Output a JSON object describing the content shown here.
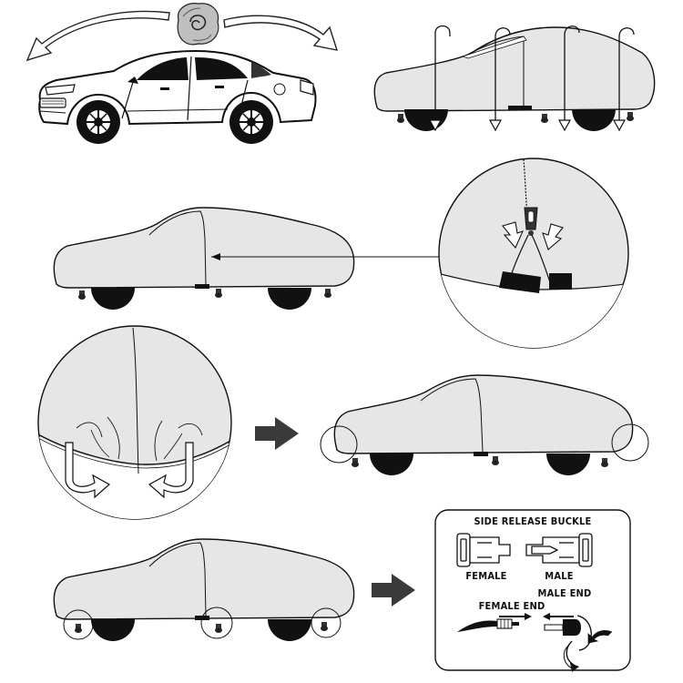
{
  "buckle_panel": {
    "title": "SIDE RELEASE BUCKLE",
    "female_label": "FEMALE",
    "male_label": "MALE",
    "female_end_label": "FEMALE END",
    "male_end_label": "MALE END"
  },
  "colors": {
    "cover_fill": "#e6e6e6",
    "outline": "#1a1a1a",
    "arrow_fill": "#3a3a3a",
    "background": "#ffffff"
  },
  "steps": [
    {
      "name": "unfold-cover-on-roof"
    },
    {
      "name": "pull-cover-down-over-car"
    },
    {
      "name": "align-zipper-with-driver-door"
    },
    {
      "name": "hem-under-bumpers"
    },
    {
      "name": "fasten-side-release-buckles"
    }
  ]
}
